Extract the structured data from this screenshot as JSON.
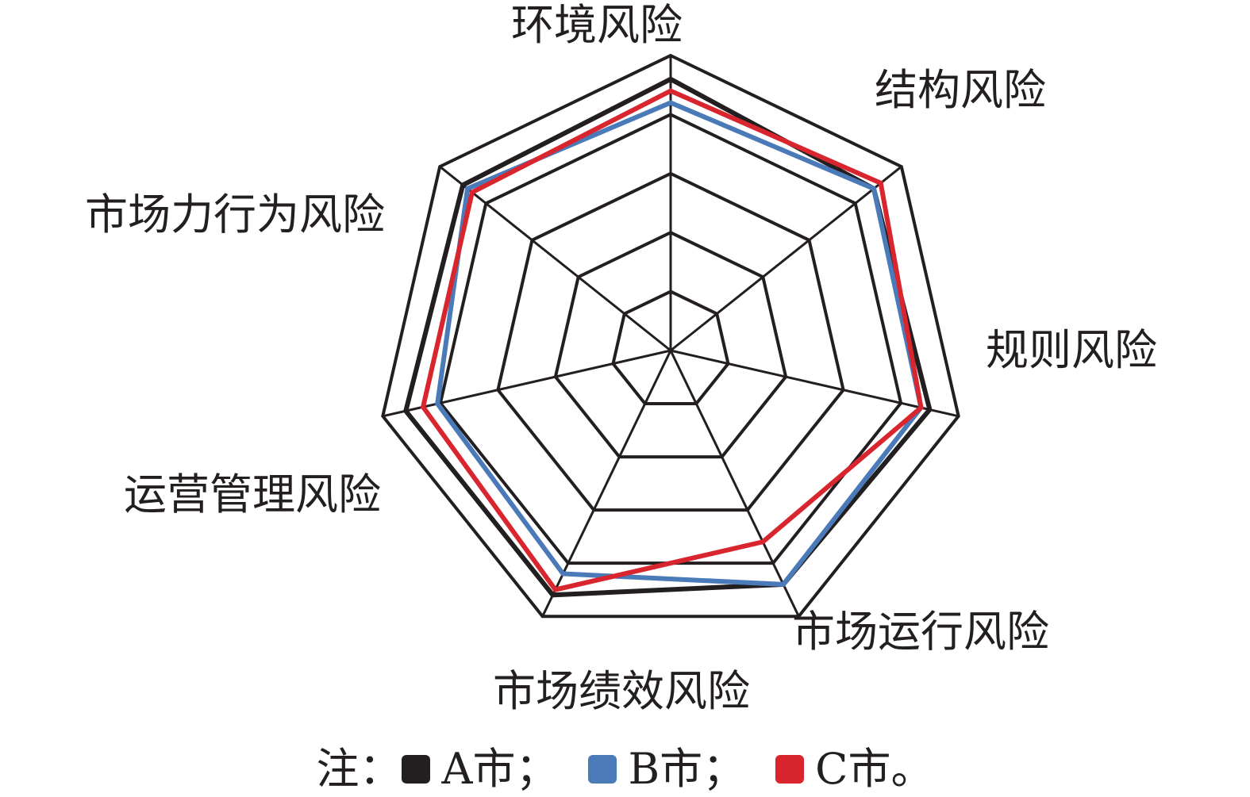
{
  "chart_data": {
    "type": "radar",
    "title": "",
    "axes": [
      "环境风险",
      "结构风险",
      "规则风险",
      "市场运行风险",
      "市场绩效风险",
      "运营管理风险",
      "市场力行为风险"
    ],
    "rings": [
      1,
      2,
      3,
      4,
      5
    ],
    "rmax": 5,
    "series": [
      {
        "name": "A市",
        "color": "#231f20",
        "values": [
          4.6,
          4.4,
          4.5,
          4.4,
          4.6,
          4.6,
          4.5
        ]
      },
      {
        "name": "B市",
        "color": "#4a7ab8",
        "values": [
          4.2,
          4.4,
          4.35,
          4.4,
          4.2,
          4.05,
          4.4
        ]
      },
      {
        "name": "C市",
        "color": "#d9262e",
        "values": [
          4.4,
          4.55,
          4.35,
          3.6,
          4.5,
          4.3,
          4.3
        ]
      }
    ],
    "legend": {
      "prefix": "注：",
      "separator": "；",
      "terminator": "。"
    }
  }
}
